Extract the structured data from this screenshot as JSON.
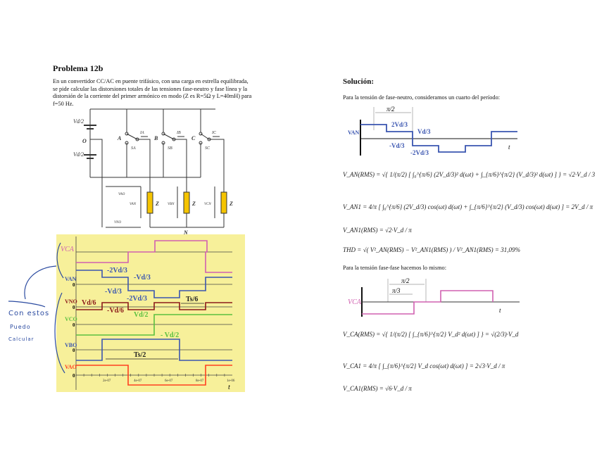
{
  "problem": {
    "title": "Problema 12b",
    "statement": "En un convertidor CC/AC en puente trifásico, con una carga en estrella equilibrada, se pide calcular las distorsiones totales de las tensiones fase-neutro y fase línea y la distorsión de la corriente del primer armónico en modo (Z es R=5Ω y L=40mH) para f=50 Hz."
  },
  "circuit": {
    "source_top": "Vd/2",
    "source_bottom": "Vd/2",
    "midpoint": "O",
    "legs": [
      "A",
      "B",
      "C"
    ],
    "currents": [
      "IA",
      "IB",
      "IC"
    ],
    "switches": [
      "SA",
      "SB",
      "SC"
    ],
    "load": "Z",
    "neutral": "N",
    "voltages": [
      "VAO",
      "VAN",
      "VBN",
      "VCN",
      "VNO"
    ]
  },
  "waveforms": {
    "signals": [
      "VCA",
      "VAN",
      "VNO",
      "VCO",
      "VBO",
      "VAO"
    ],
    "zero": "0",
    "annotations": {
      "van_2": "-2Vd/3",
      "van_1": "-Vd/3",
      "van_m1": "-Vd/3",
      "van_m2": "-2Vd/3",
      "vno_p": "Vd/6",
      "vno_m": "-Vd/6",
      "ts6": "Ts/6",
      "vco_p": "Vd/2",
      "vco_m": "- Vd/2",
      "ts2": "Ts/2"
    },
    "x_ticks": [
      "2e-07",
      "4e-07",
      "6e-07",
      "8e-07",
      "1e-06"
    ],
    "t_label": "t",
    "highlight_color": "#f7f09a"
  },
  "handwritten_note": [
    "Con estos",
    "Puedo",
    "Calcular"
  ],
  "solution": {
    "title": "Solución:",
    "intro_phase_neutral": "Para la tensión de fase-neutro, consideramos un cuarto del período:",
    "plot1": {
      "signal": "VAN",
      "period_mark": "π/2",
      "levels": [
        "2Vd/3",
        "Vd/3",
        "-Vd/3",
        "-2Vd/3"
      ],
      "t_label": "t"
    },
    "eq_van_rms": "V_AN(RMS) = √{ 1/(π/2) [ ∫₀^{π/6} (2V_d/3)² d(ωt) + ∫_{π/6}^{π/2} (V_d/3)² d(ωt) ] } = √2·V_d / 3",
    "eq_van1": "V_AN1 = 4/π [ ∫₀^{π/6} (2V_d/3) cos(ωt) d(ωt) + ∫_{π/6}^{π/2} (V_d/3) cos(ωt) d(ωt) ] = 2V_d / π",
    "eq_van1_rms": "V_AN1(RMS) = √2·V_d / π",
    "eq_thd": "THD = √( V²_AN(RMS) − V²_AN1(RMS) ) / V²_AN1(RMS) = 31,09%",
    "intro_phase_phase": "Para la tensión fase-fase hacemos lo mismo:",
    "plot2": {
      "signal": "VCA",
      "marks": [
        "π/2",
        "π/3"
      ],
      "t_label": "t"
    },
    "eq_vca_rms": "V_CA(RMS) = √{ 1/(π/2) [ ∫_{π/6}^{π/2} V_d² d(ωt) ] } = √(2/3)·V_d",
    "eq_vca1": "V_CA1 = 4/π [ ∫_{π/6}^{π/2} V_d cos(ωt) d(ωt) ] = 2√3·V_d / π",
    "eq_vca1_rms": "V_CA1(RMS) = √6·V_d / π"
  },
  "colors": {
    "van": "#3a55b0",
    "vca": "#d060b0",
    "vno": "#8b1a1a",
    "vco": "#5cc040",
    "vao": "#ff4020"
  }
}
